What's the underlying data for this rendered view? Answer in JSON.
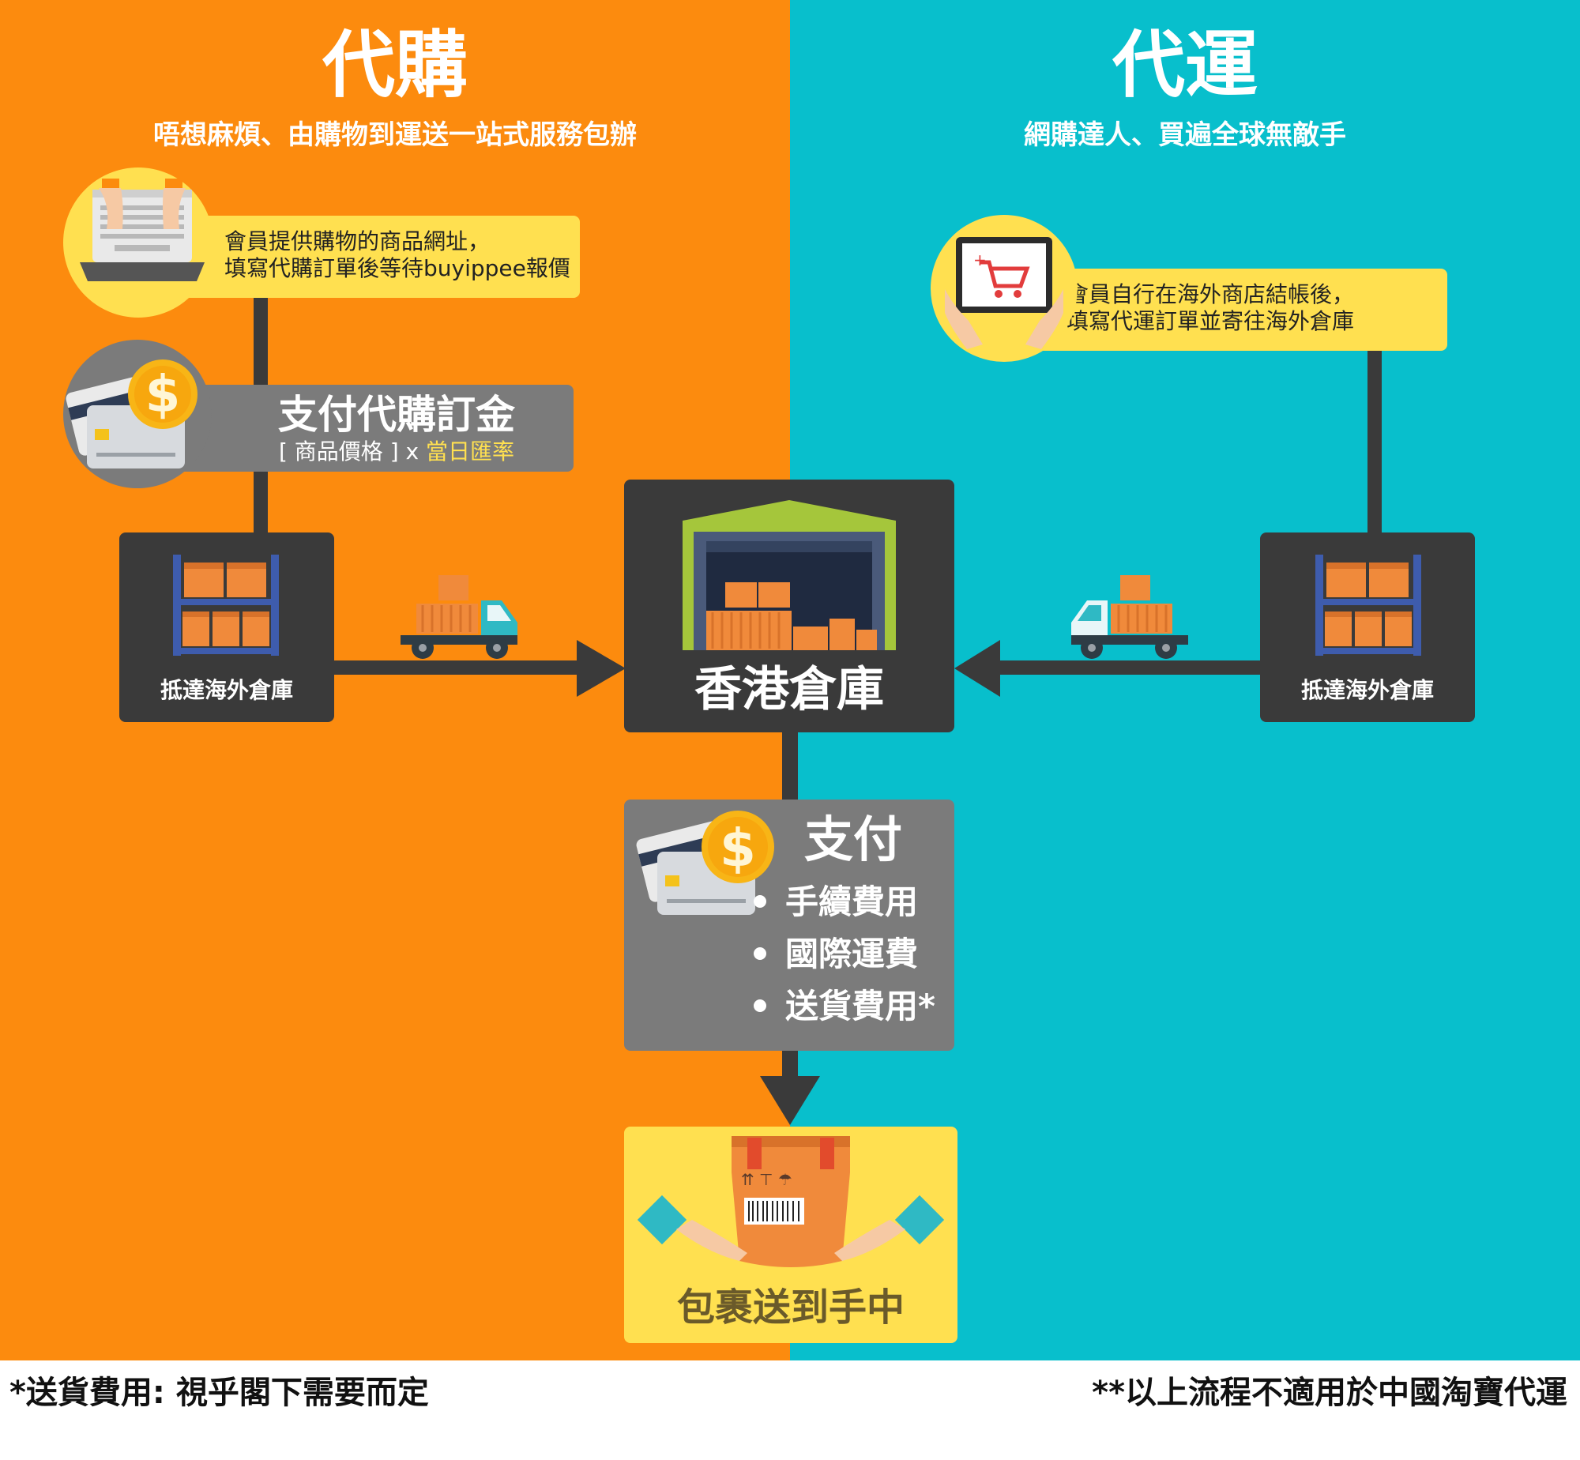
{
  "left": {
    "title": "代購",
    "subtitle": "唔想麻煩、由購物到運送一站式服務包辦",
    "step1_line1": "會員提供購物的商品網址，",
    "step1_line2": "填寫代購訂單後等待buyippee報價",
    "deposit_title": "支付代購訂金",
    "deposit_formula_a": "[ 商品價格 ] x ",
    "deposit_formula_b": "當日匯率",
    "warehouse_label": "抵達海外倉庫"
  },
  "right": {
    "title": "代運",
    "subtitle": "網購達人、買遍全球無敵手",
    "step1_line1": "會員自行在海外商店結帳後，",
    "step1_line2": "填寫代運訂單並寄往海外倉庫",
    "warehouse_label": "抵達海外倉庫"
  },
  "center": {
    "hk_warehouse": "香港倉庫",
    "payment_title": "支付",
    "payment_items": [
      "手續費用",
      "國際運費",
      "送貨費用*"
    ],
    "delivered": "包裹送到手中"
  },
  "footer": {
    "note_left": "*送貨費用: 視乎閣下需要而定",
    "note_right": "**以上流程不適用於中國淘寶代運"
  },
  "colors": {
    "left_panel": "#fc8b0e",
    "right_panel": "#08bfcc",
    "note_yellow": "#ffe050",
    "dark_box": "#3a3a3a",
    "gray_box": "#7b7b7b",
    "formula_highlight": "#ffe050"
  },
  "icons": [
    "laptop-hands-icon",
    "tablet-cart-icon",
    "credit-card-dollar-icon",
    "warehouse-shelf-icon",
    "truck-icon",
    "hk-warehouse-building-icon",
    "parcel-hands-icon"
  ]
}
